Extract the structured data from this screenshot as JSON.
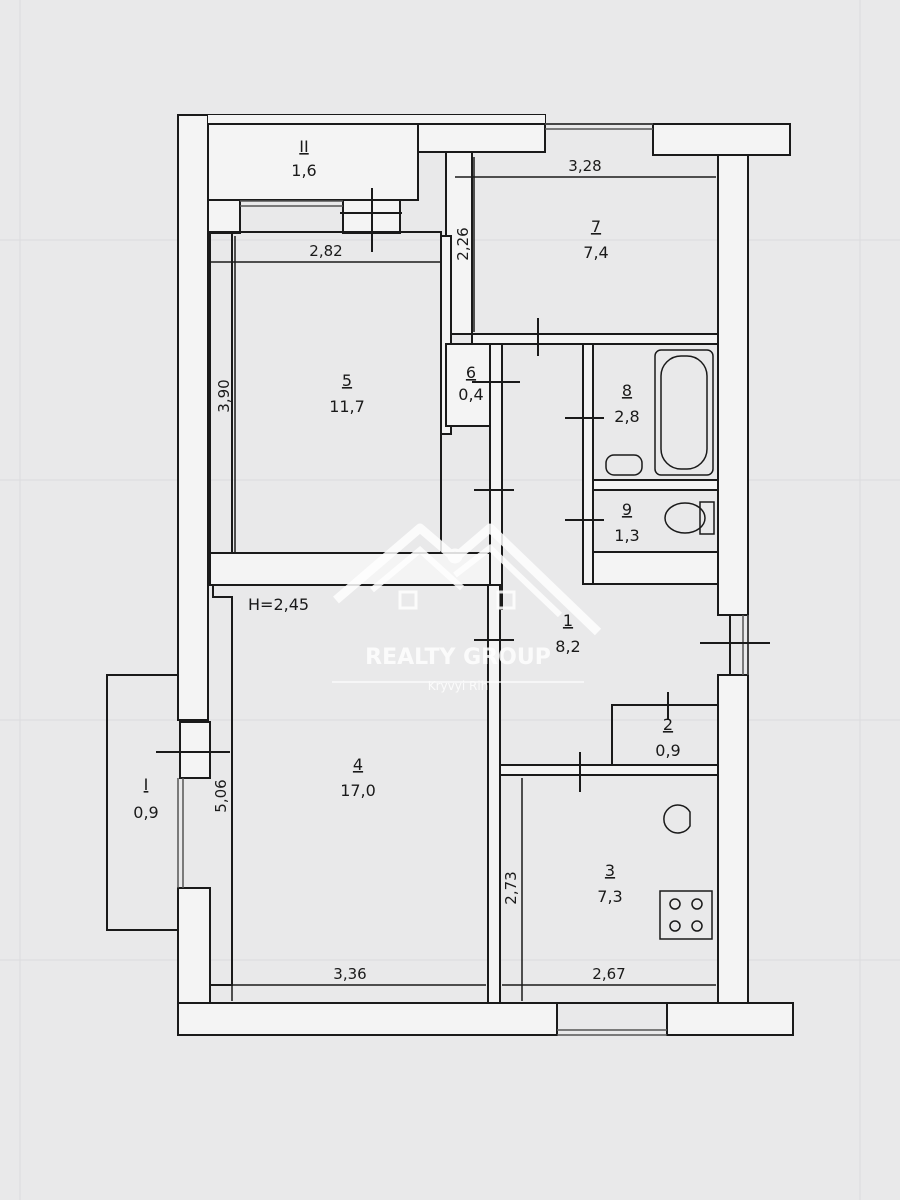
{
  "ceiling_height": "H=2,45",
  "rooms": [
    {
      "num": "1",
      "area": "8,2"
    },
    {
      "num": "2",
      "area": "0,9"
    },
    {
      "num": "3",
      "area": "7,3"
    },
    {
      "num": "4",
      "area": "17,0"
    },
    {
      "num": "5",
      "area": "11,7"
    },
    {
      "num": "6",
      "area": "0,4"
    },
    {
      "num": "7",
      "area": "7,4"
    },
    {
      "num": "8",
      "area": "2,8"
    },
    {
      "num": "9",
      "area": "1,3"
    },
    {
      "num": "I",
      "area": "0,9"
    },
    {
      "num": "II",
      "area": "1,6"
    }
  ],
  "dimensions": {
    "room5_width": "2,82",
    "room5_height": "3,90",
    "room7_width": "3,28",
    "room7_height": "2,26",
    "room4_width": "3,36",
    "room4_height": "5,06",
    "room3_width": "2,67",
    "room3_height": "2,73"
  },
  "watermark": {
    "brand": "REALTY GROUP",
    "city": "Kryvyi Rih"
  },
  "colors": {
    "paper": "#e9e9ea",
    "wall_fill": "#f4f4f4",
    "line": "#1a1a1a"
  }
}
